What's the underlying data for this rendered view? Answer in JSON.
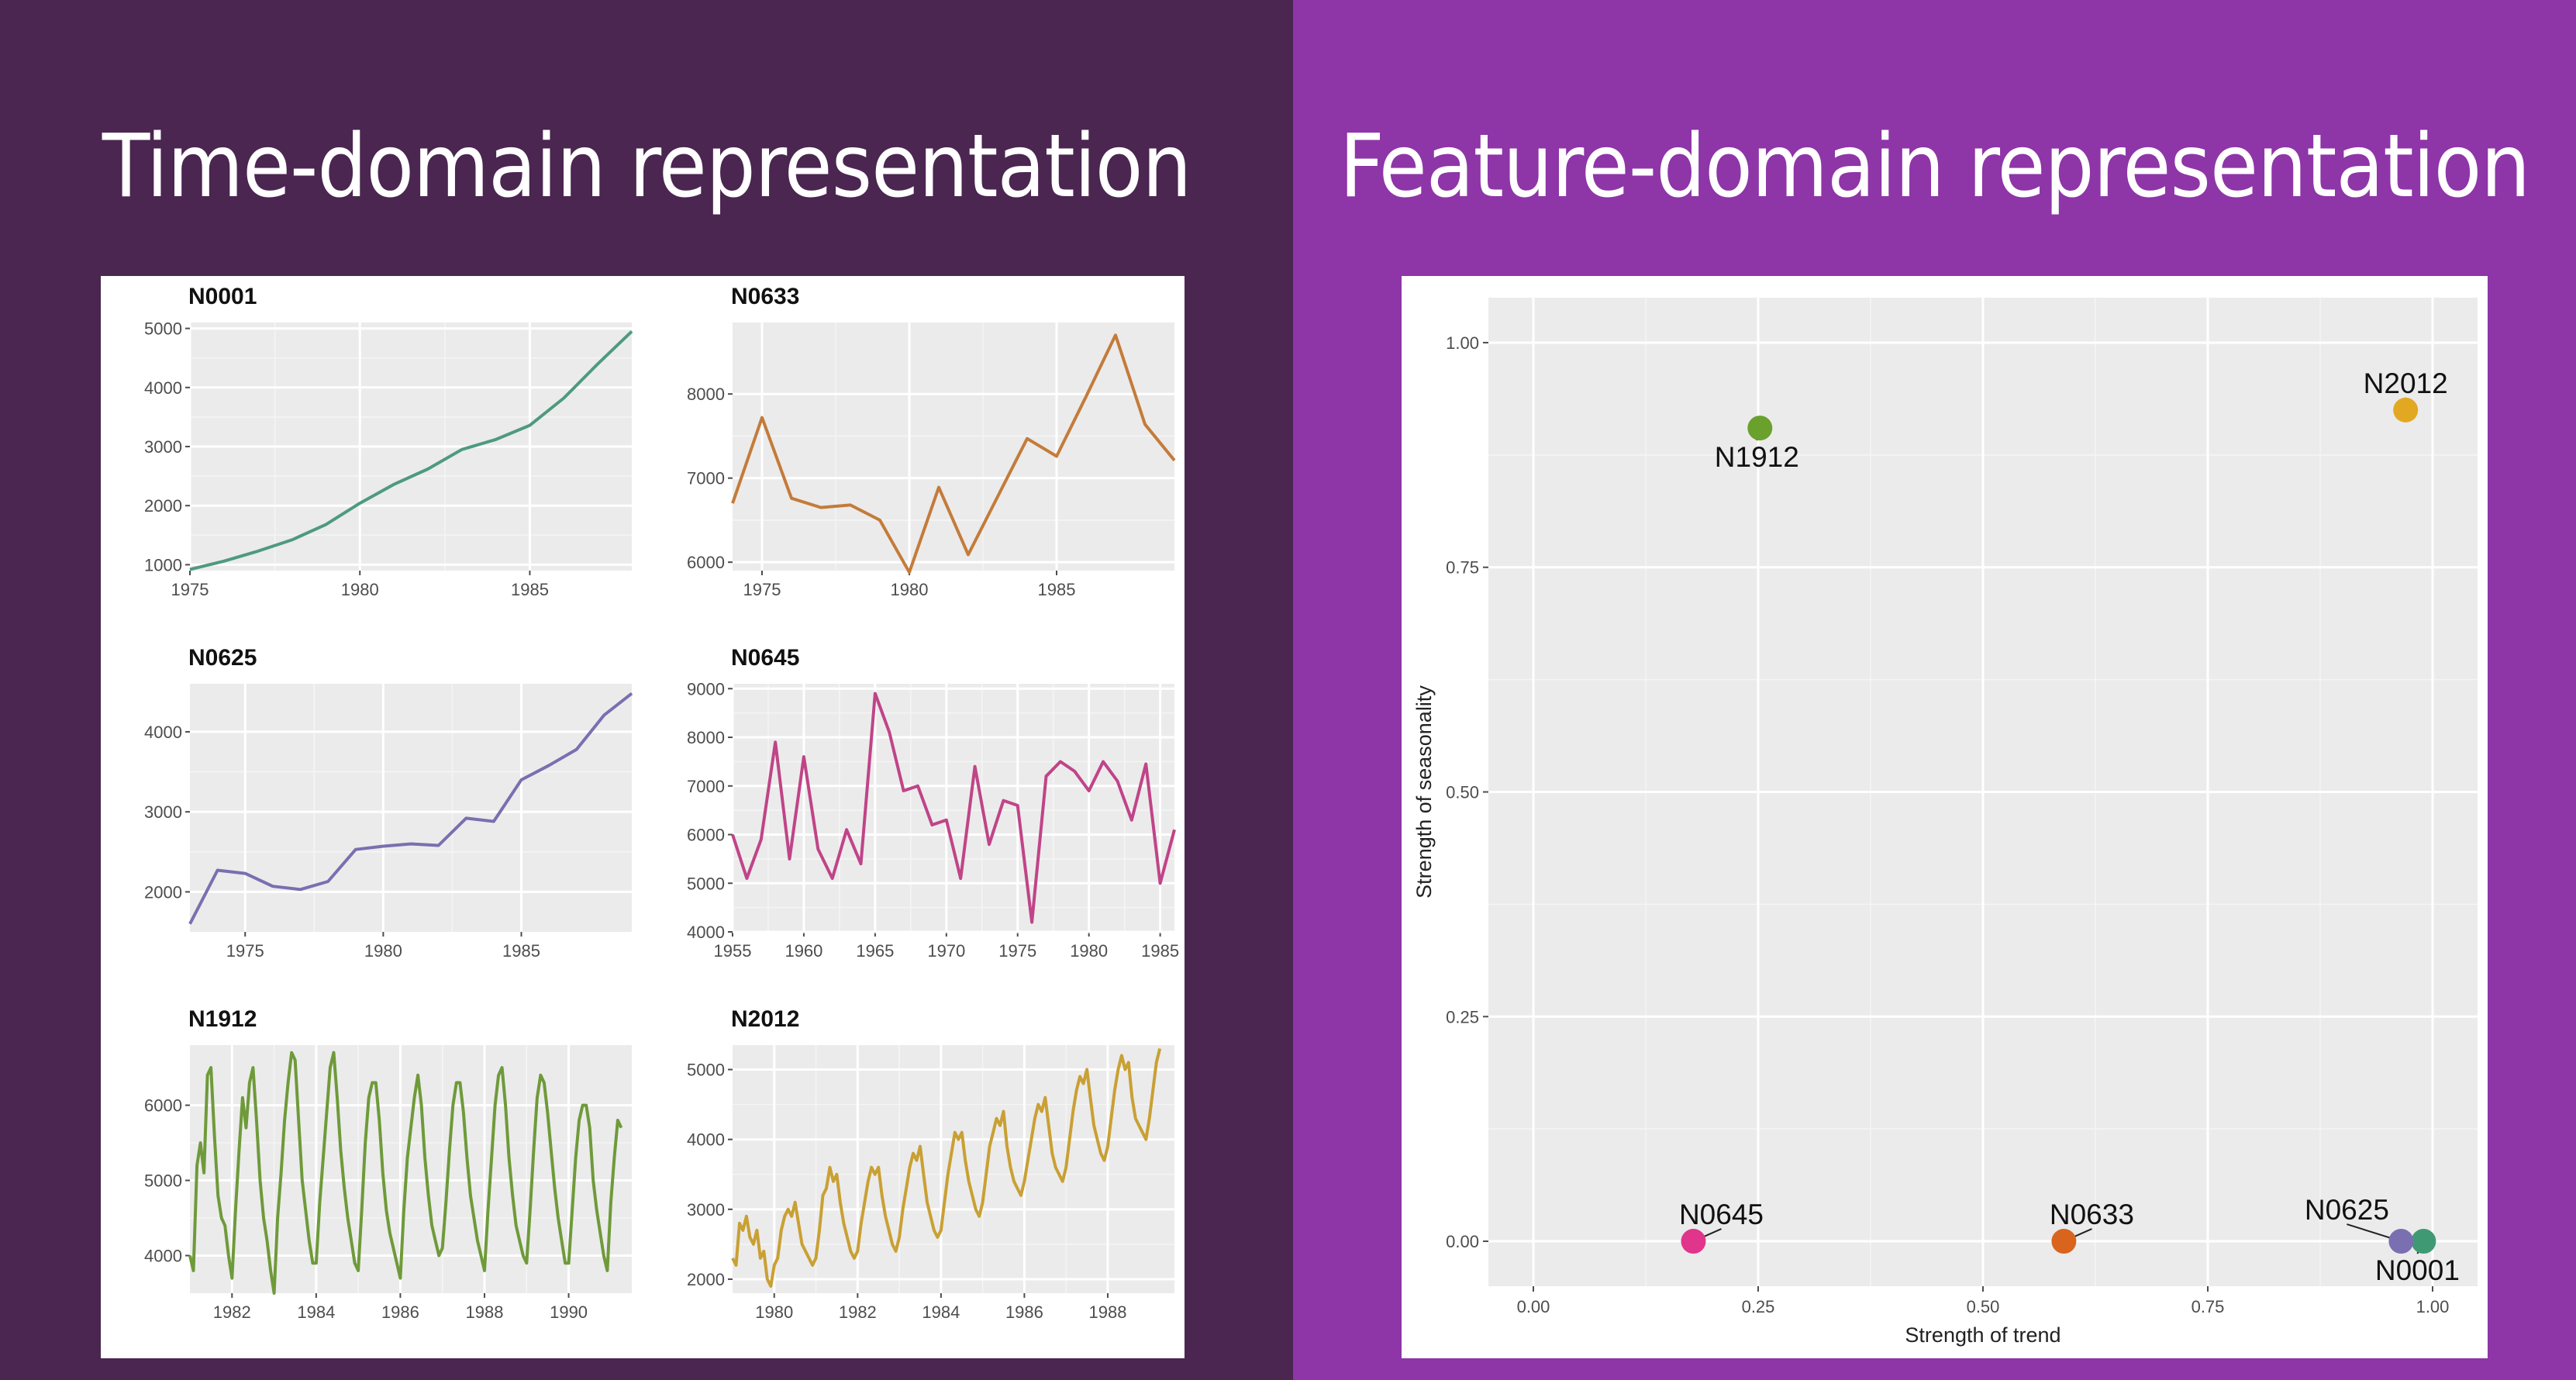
{
  "left_heading": "Time-domain representation",
  "right_heading": "Feature-domain representation",
  "chart_data": [
    {
      "type": "line",
      "title": "N0001",
      "color": "#4e9a7e",
      "xlim": [
        1975,
        1988
      ],
      "ylim": [
        900,
        5100
      ],
      "xticks": [
        1975,
        1980,
        1985
      ],
      "yticks": [
        1000,
        2000,
        3000,
        4000,
        5000
      ],
      "x": [
        1975,
        1976,
        1977,
        1978,
        1979,
        1980,
        1981,
        1982,
        1983,
        1984,
        1985,
        1986,
        1987,
        1988
      ],
      "y": [
        920,
        1060,
        1230,
        1420,
        1680,
        2040,
        2360,
        2620,
        2950,
        3120,
        3360,
        3820,
        4400,
        4950
      ]
    },
    {
      "type": "line",
      "title": "N0633",
      "color": "#c47b3a",
      "xlim": [
        1974,
        1989
      ],
      "ylim": [
        5900,
        8850
      ],
      "xticks": [
        1975,
        1980,
        1985
      ],
      "yticks": [
        6000,
        7000,
        8000
      ],
      "x": [
        1974,
        1975,
        1976,
        1977,
        1978,
        1979,
        1980,
        1981,
        1982,
        1983,
        1984,
        1985,
        1986,
        1987,
        1988,
        1989
      ],
      "y": [
        6700,
        7720,
        6760,
        6650,
        6680,
        6500,
        5880,
        6890,
        6090,
        6780,
        7470,
        7260,
        7970,
        8700,
        7640,
        7210
      ]
    },
    {
      "type": "line",
      "title": "N0625",
      "color": "#7a6fb0",
      "xlim": [
        1973,
        1989
      ],
      "ylim": [
        1500,
        4600
      ],
      "xticks": [
        1975,
        1980,
        1985
      ],
      "yticks": [
        2000,
        3000,
        4000
      ],
      "x": [
        1973,
        1974,
        1975,
        1976,
        1977,
        1978,
        1979,
        1980,
        1981,
        1982,
        1983,
        1984,
        1985,
        1986,
        1987,
        1988,
        1989
      ],
      "y": [
        1600,
        2270,
        2230,
        2070,
        2030,
        2130,
        2530,
        2570,
        2600,
        2580,
        2920,
        2880,
        3400,
        3580,
        3780,
        4210,
        4480
      ]
    },
    {
      "type": "line",
      "title": "N0645",
      "color": "#c04488",
      "xlim": [
        1955,
        1986
      ],
      "ylim": [
        4000,
        9100
      ],
      "xticks": [
        1955,
        1960,
        1965,
        1970,
        1975,
        1980,
        1985
      ],
      "yticks": [
        4000,
        5000,
        6000,
        7000,
        8000,
        9000
      ],
      "x": [
        1955,
        1956,
        1957,
        1958,
        1959,
        1960,
        1961,
        1962,
        1963,
        1964,
        1965,
        1966,
        1967,
        1968,
        1969,
        1970,
        1971,
        1972,
        1973,
        1974,
        1975,
        1976,
        1977,
        1978,
        1979,
        1980,
        1981,
        1982,
        1983,
        1984,
        1985,
        1986
      ],
      "y": [
        6000,
        5100,
        5900,
        7900,
        5500,
        7600,
        5700,
        5100,
        6100,
        5400,
        8900,
        8100,
        6900,
        7000,
        6200,
        6300,
        5100,
        7400,
        5800,
        6700,
        6600,
        4200,
        7200,
        7500,
        7300,
        6900,
        7500,
        7100,
        6300,
        7450,
        5000,
        6100
      ]
    },
    {
      "type": "line",
      "title": "N1912",
      "color": "#6f9a3a",
      "xlim": [
        1981,
        1991.5
      ],
      "ylim": [
        3500,
        6800
      ],
      "xticks": [
        1982,
        1984,
        1986,
        1988,
        1990
      ],
      "yticks": [
        4000,
        5000,
        6000
      ],
      "x": [
        1981.0,
        1981.083,
        1981.167,
        1981.25,
        1981.333,
        1981.417,
        1981.5,
        1981.583,
        1981.667,
        1981.75,
        1981.833,
        1981.917,
        1982.0,
        1982.083,
        1982.167,
        1982.25,
        1982.333,
        1982.417,
        1982.5,
        1982.583,
        1982.667,
        1982.75,
        1982.833,
        1982.917,
        1983.0,
        1983.083,
        1983.167,
        1983.25,
        1983.333,
        1983.417,
        1983.5,
        1983.583,
        1983.667,
        1983.75,
        1983.833,
        1983.917,
        1984.0,
        1984.083,
        1984.167,
        1984.25,
        1984.333,
        1984.417,
        1984.5,
        1984.583,
        1984.667,
        1984.75,
        1984.833,
        1984.917,
        1985.0,
        1985.083,
        1985.167,
        1985.25,
        1985.333,
        1985.417,
        1985.5,
        1985.583,
        1985.667,
        1985.75,
        1985.833,
        1985.917,
        1986.0,
        1986.083,
        1986.167,
        1986.25,
        1986.333,
        1986.417,
        1986.5,
        1986.583,
        1986.667,
        1986.75,
        1986.833,
        1986.917,
        1987.0,
        1987.083,
        1987.167,
        1987.25,
        1987.333,
        1987.417,
        1987.5,
        1987.583,
        1987.667,
        1987.75,
        1987.833,
        1987.917,
        1988.0,
        1988.083,
        1988.167,
        1988.25,
        1988.333,
        1988.417,
        1988.5,
        1988.583,
        1988.667,
        1988.75,
        1988.833,
        1988.917,
        1989.0,
        1989.083,
        1989.167,
        1989.25,
        1989.333,
        1989.417,
        1989.5,
        1989.583,
        1989.667,
        1989.75,
        1989.833,
        1989.917,
        1990.0,
        1990.083,
        1990.167,
        1990.25,
        1990.333,
        1990.417,
        1990.5,
        1990.583,
        1990.667,
        1990.75,
        1990.833,
        1990.917,
        1991.0,
        1991.083,
        1991.167,
        1991.25
      ],
      "y": [
        4000,
        3800,
        5200,
        5500,
        5100,
        6400,
        6500,
        5600,
        4800,
        4500,
        4400,
        4000,
        3700,
        4600,
        5400,
        6100,
        5700,
        6300,
        6500,
        5800,
        5000,
        4500,
        4200,
        3800,
        3500,
        4500,
        5100,
        5800,
        6300,
        6700,
        6600,
        5800,
        5000,
        4600,
        4200,
        3900,
        3900,
        4700,
        5300,
        5900,
        6500,
        6700,
        6100,
        5400,
        4900,
        4500,
        4200,
        3900,
        3800,
        4600,
        5500,
        6100,
        6300,
        6300,
        5800,
        5100,
        4600,
        4300,
        4100,
        3900,
        3700,
        4600,
        5300,
        5700,
        6100,
        6400,
        6000,
        5300,
        4800,
        4400,
        4200,
        4000,
        4100,
        4700,
        5400,
        6000,
        6300,
        6300,
        5900,
        5300,
        4800,
        4500,
        4200,
        4000,
        3800,
        4600,
        5300,
        6000,
        6400,
        6500,
        6000,
        5300,
        4800,
        4400,
        4200,
        4000,
        3900,
        4600,
        5400,
        6100,
        6400,
        6300,
        5900,
        5400,
        4900,
        4500,
        4200,
        3900,
        3900,
        4600,
        5300,
        5800,
        6000,
        6000,
        5700,
        5000,
        4600,
        4300,
        4000,
        3800,
        4700,
        5300,
        5800,
        5700
      ]
    },
    {
      "type": "line",
      "title": "N2012",
      "color": "#c9a034",
      "xlim": [
        1979,
        1989.6
      ],
      "ylim": [
        1800,
        5350
      ],
      "xticks": [
        1980,
        1982,
        1984,
        1986,
        1988
      ],
      "yticks": [
        2000,
        3000,
        4000,
        5000
      ],
      "x": [
        1979.0,
        1979.083,
        1979.167,
        1979.25,
        1979.333,
        1979.417,
        1979.5,
        1979.583,
        1979.667,
        1979.75,
        1979.833,
        1979.917,
        1980.0,
        1980.083,
        1980.167,
        1980.25,
        1980.333,
        1980.417,
        1980.5,
        1980.583,
        1980.667,
        1980.75,
        1980.833,
        1980.917,
        1981.0,
        1981.083,
        1981.167,
        1981.25,
        1981.333,
        1981.417,
        1981.5,
        1981.583,
        1981.667,
        1981.75,
        1981.833,
        1981.917,
        1982.0,
        1982.083,
        1982.167,
        1982.25,
        1982.333,
        1982.417,
        1982.5,
        1982.583,
        1982.667,
        1982.75,
        1982.833,
        1982.917,
        1983.0,
        1983.083,
        1983.167,
        1983.25,
        1983.333,
        1983.417,
        1983.5,
        1983.583,
        1983.667,
        1983.75,
        1983.833,
        1983.917,
        1984.0,
        1984.083,
        1984.167,
        1984.25,
        1984.333,
        1984.417,
        1984.5,
        1984.583,
        1984.667,
        1984.75,
        1984.833,
        1984.917,
        1985.0,
        1985.083,
        1985.167,
        1985.25,
        1985.333,
        1985.417,
        1985.5,
        1985.583,
        1985.667,
        1985.75,
        1985.833,
        1985.917,
        1986.0,
        1986.083,
        1986.167,
        1986.25,
        1986.333,
        1986.417,
        1986.5,
        1986.583,
        1986.667,
        1986.75,
        1986.833,
        1986.917,
        1987.0,
        1987.083,
        1987.167,
        1987.25,
        1987.333,
        1987.417,
        1987.5,
        1987.583,
        1987.667,
        1987.75,
        1987.833,
        1987.917,
        1988.0,
        1988.083,
        1988.167,
        1988.25,
        1988.333,
        1988.417,
        1988.5,
        1988.583,
        1988.667,
        1988.75,
        1988.833,
        1988.917,
        1989.0,
        1989.083,
        1989.167,
        1989.25
      ],
      "y": [
        2300,
        2200,
        2800,
        2700,
        2900,
        2600,
        2500,
        2700,
        2300,
        2400,
        2000,
        1900,
        2200,
        2300,
        2700,
        2900,
        3000,
        2900,
        3100,
        2800,
        2500,
        2400,
        2300,
        2200,
        2300,
        2700,
        3200,
        3300,
        3600,
        3400,
        3500,
        3100,
        2800,
        2600,
        2400,
        2300,
        2400,
        2800,
        3100,
        3400,
        3600,
        3500,
        3600,
        3200,
        2900,
        2700,
        2500,
        2400,
        2600,
        3000,
        3300,
        3600,
        3800,
        3700,
        3900,
        3500,
        3100,
        2900,
        2700,
        2600,
        2700,
        3100,
        3500,
        3800,
        4100,
        4000,
        4100,
        3700,
        3400,
        3200,
        3000,
        2900,
        3100,
        3500,
        3900,
        4100,
        4300,
        4200,
        4400,
        3900,
        3600,
        3400,
        3300,
        3200,
        3400,
        3700,
        4000,
        4300,
        4500,
        4400,
        4600,
        4200,
        3800,
        3600,
        3500,
        3400,
        3600,
        4000,
        4400,
        4700,
        4900,
        4800,
        5000,
        4600,
        4200,
        4000,
        3800,
        3700,
        3900,
        4300,
        4700,
        5000,
        5200,
        5000,
        5100,
        4600,
        4300,
        4200,
        4100,
        4000,
        4300,
        4700,
        5100,
        5300
      ]
    },
    {
      "type": "scatter",
      "xlabel": "Strength of trend",
      "ylabel": "Strength of seasonality",
      "xlim": [
        -0.05,
        1.05
      ],
      "ylim": [
        -0.05,
        1.05
      ],
      "xticks": [
        "0.00",
        "0.25",
        "0.50",
        "0.75",
        "1.00"
      ],
      "yticks": [
        "0.00",
        "0.25",
        "0.50",
        "0.75",
        "1.00"
      ],
      "points": [
        {
          "label": "N0001",
          "x": 0.99,
          "y": 0.0,
          "color": "#3f9a74",
          "label_pos": "below"
        },
        {
          "label": "N0633",
          "x": 0.59,
          "y": 0.0,
          "color": "#d9641e",
          "label_pos": "above"
        },
        {
          "label": "N0625",
          "x": 0.965,
          "y": 0.0,
          "color": "#7a6fb0",
          "label_pos": "above-left"
        },
        {
          "label": "N0645",
          "x": 0.178,
          "y": 0.0,
          "color": "#e0358a",
          "label_pos": "above"
        },
        {
          "label": "N1912",
          "x": 0.252,
          "y": 0.905,
          "color": "#6aa12c",
          "label_pos": "below"
        },
        {
          "label": "N2012",
          "x": 0.97,
          "y": 0.925,
          "color": "#e2a822",
          "label_pos": "above"
        }
      ]
    }
  ]
}
